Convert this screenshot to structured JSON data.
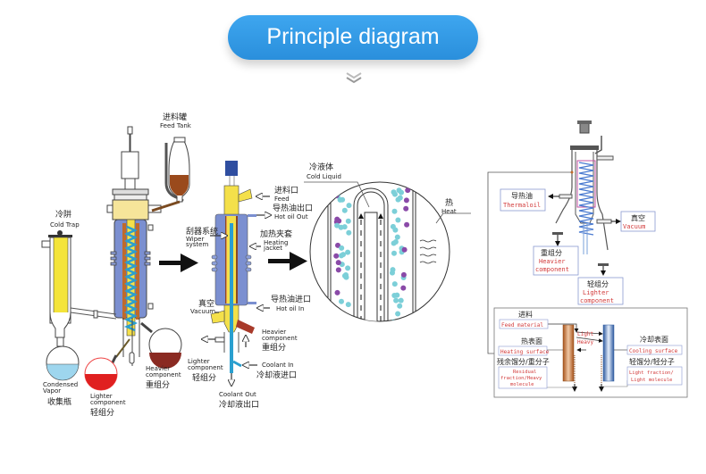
{
  "header": {
    "title": "Principle diagram",
    "chevron_icon": "double-chevron-down-icon"
  },
  "left_apparatus": {
    "feed_tank_cn": "进料罐",
    "feed_tank_en": "Feed Tank",
    "cold_trap_cn": "冷阱",
    "cold_trap_en": "Cold Trap",
    "condensed_en_1": "Condensed",
    "condensed_en_2": "Vapor",
    "collect_cn": "收集瓶",
    "lighter_en_1": "Lighter",
    "lighter_en_2": "component",
    "lighter_cn": "轻组分",
    "heavier_en_1": "Heavier",
    "heavier_en_2": "component",
    "heavier_cn": "重组分"
  },
  "middle_apparatus": {
    "wiper_cn": "刮器系统",
    "wiper_en_1": "Wiper",
    "wiper_en_2": "system",
    "feed_cn": "进料口",
    "feed_en": "Feed",
    "hot_oil_out_cn": "导热油出口",
    "hot_oil_out_en": "Hot oil Out",
    "heating_jacket_cn": "加热夹套",
    "heating_jacket_en_1": "Heating",
    "heating_jacket_en_2": "jacket",
    "vacuum_cn": "真空",
    "vacuum_en": "Vacuum",
    "hot_oil_in_cn": "导热油进口",
    "hot_oil_in_en": "Hot oil In",
    "heavier_en_1": "Heavier",
    "heavier_en_2": "component",
    "heavier_cn": "重组分",
    "lighter_en_1": "Lighter",
    "lighter_en_2": "component",
    "lighter_cn": "轻组分",
    "coolant_in_en": "Coolant In",
    "coolant_in_cn": "冷却液进口",
    "coolant_out_en": "Coolant Out",
    "coolant_out_cn": "冷却液出口"
  },
  "detail_circle": {
    "cold_liquid_cn": "冷液体",
    "cold_liquid_en": "Cold Liquid",
    "heat_cn": "热",
    "heat_en": "Heat"
  },
  "right_top": {
    "thermal_oil_cn": "导热油",
    "thermal_oil_en": "Thermaloil",
    "vacuum_cn": "真空",
    "vacuum_en": "Vacuum",
    "heavier_cn": "重组分",
    "heavier_en_1": "Heavier",
    "heavier_en_2": "component",
    "lighter_cn": "轻组分",
    "lighter_en_1": "Lighter",
    "lighter_en_2": "component"
  },
  "right_bottom": {
    "feed_cn": "进料",
    "feed_en": "Feed material",
    "heating_surface_cn": "热表面",
    "heating_surface_en": "Heating surface",
    "residual_cn": "残余馏分/重分子",
    "residual_en_1": "Residual",
    "residual_en_2": "fraction/Heavy",
    "residual_en_3": "molecule",
    "light_label": "Light",
    "heavy_label": "Heavy",
    "cooling_surface_cn": "冷却表面",
    "cooling_surface_en": "Cooling surface",
    "light_fraction_cn": "轻馏分/轻分子",
    "light_fraction_en_1": "Light fraction/",
    "light_fraction_en_2": "Light molecule"
  },
  "colors": {
    "banner": "#2f98e2",
    "jacket_blue": "#7b8fd0",
    "yellow": "#f4e04a",
    "copper": "#c06a2a",
    "coolant": "#2a9fcf",
    "red_flask": "#e02020",
    "heavy_flask": "#8a2a22",
    "vapor_flask": "#9ed6ee",
    "feed_liquid": "#9a4a1c",
    "molecule_light": "#7ccfd8",
    "molecule_heavy": "#8a4aa8"
  }
}
